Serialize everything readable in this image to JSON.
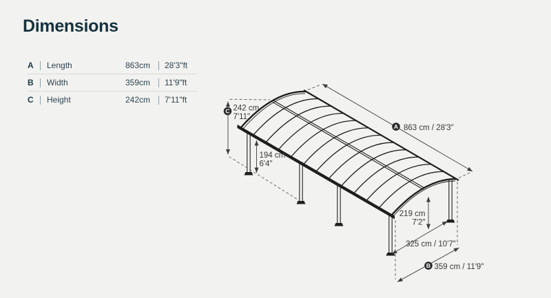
{
  "page": {
    "title": "Dimensions",
    "background_color": "#f2f2f0",
    "title_color": "#14323d",
    "table_text_color": "#2e4450",
    "drawing_line_color": "#1e1e1e",
    "dimension_line_color": "#4d4d4d",
    "badge_color": "#2b2b2b"
  },
  "table": {
    "rows": [
      {
        "letter": "A",
        "label": "Length",
        "metric": "863cm",
        "imperial": "28'3\"ft"
      },
      {
        "letter": "B",
        "label": "Width",
        "metric": "359cm",
        "imperial": "11'9\"ft"
      },
      {
        "letter": "C",
        "label": "Height",
        "metric": "242cm",
        "imperial": "7'11\"ft"
      }
    ]
  },
  "diagram": {
    "description": "isometric arched carport dimension drawing",
    "labels": {
      "length": {
        "badge": "A",
        "text": "863 cm / 28'3\""
      },
      "width": {
        "badge": "B",
        "text": "359 cm / 11'9\""
      },
      "height": {
        "badge": "C",
        "metric": "242 cm",
        "imperial": "7'11\""
      },
      "edge_clearance": {
        "metric": "194 cm",
        "imperial": "6'4\""
      },
      "arch_clearance": {
        "metric": "219 cm",
        "imperial": "7'2\""
      },
      "post_spacing": {
        "text": "325 cm / 10'7\""
      }
    }
  }
}
